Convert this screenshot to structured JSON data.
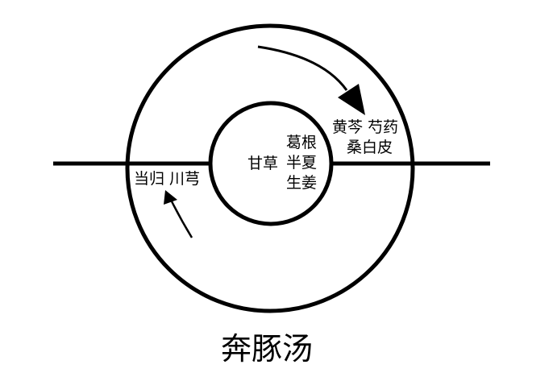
{
  "title": "奔豚汤",
  "center": {
    "left_label": "甘草",
    "right_lines": [
      "葛根",
      "半夏",
      "生姜"
    ]
  },
  "upper_right": {
    "lines": [
      "黄芩 芍药",
      "桑白皮"
    ]
  },
  "left": {
    "label": "当归 川芎"
  },
  "colors": {
    "stroke": "#000000",
    "background": "#ffffff"
  }
}
